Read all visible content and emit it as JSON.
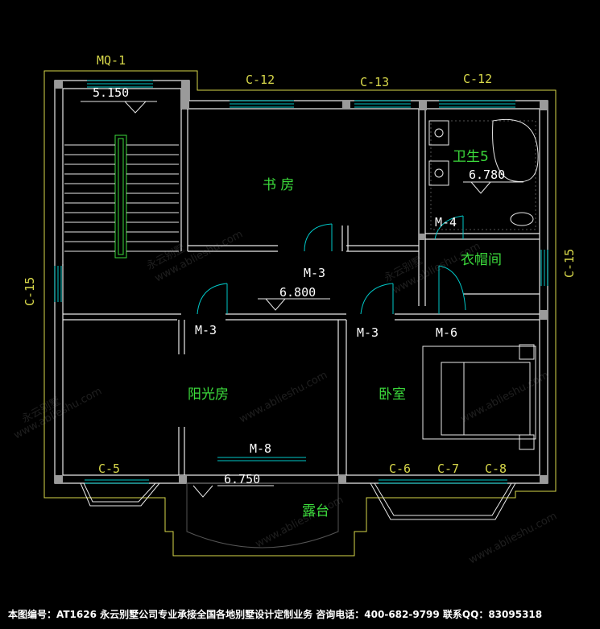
{
  "labels": {
    "mq1": "MQ-1",
    "elev_stair": "5.150",
    "c12_left": "C-12",
    "c13": "C-13",
    "c12_right": "C-12",
    "bath": "卫生5",
    "elev_bath": "6.780",
    "study": "书 房",
    "m4": "M-4",
    "closet": "衣帽间",
    "c15_left": "C-15",
    "c15_right": "C-15",
    "m3_center": "M-3",
    "elev_hall": "6.800",
    "m3_left": "M-3",
    "m3_right": "M-3",
    "m6": "M-6",
    "sunroom": "阳光房",
    "bedroom": "卧室",
    "m8": "M-8",
    "elev_terrace": "6.750",
    "terrace": "露台",
    "c5": "C-5",
    "c6": "C-6",
    "c7": "C-7",
    "c8": "C-8"
  },
  "footer": "本图编号：AT1626  永云别墅公司专业承接全国各地别墅设计定制业务  咨询电话：400-682-9799  联系QQ：83095318",
  "watermark": {
    "brand": "永云别墅",
    "url": "www.ablieshu.com"
  },
  "colors": {
    "background": "#000000",
    "walls": "#e8e8e8",
    "windows": "#00c8c8",
    "dimension_text": "#d8d84a",
    "room_text": "#3cdc3c",
    "outline": "#d8d84a"
  }
}
